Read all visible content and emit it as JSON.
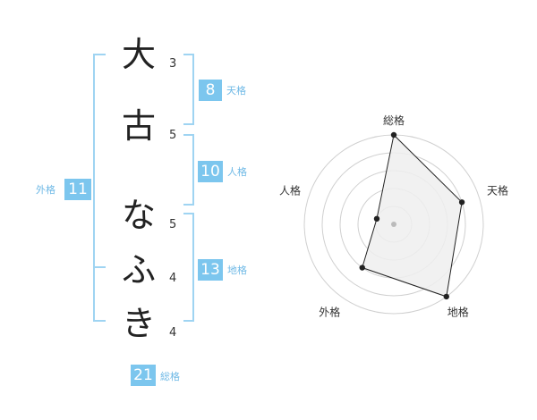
{
  "name": {
    "chars": [
      {
        "char": "大",
        "strokes": "3"
      },
      {
        "char": "古",
        "strokes": "5"
      },
      {
        "char": "な",
        "strokes": "5"
      },
      {
        "char": "ふ",
        "strokes": "4"
      },
      {
        "char": "き",
        "strokes": "4"
      }
    ]
  },
  "fortune": {
    "tenkaku": {
      "value": "8",
      "label": "天格"
    },
    "jinkaku": {
      "value": "10",
      "label": "人格"
    },
    "chikaku": {
      "value": "13",
      "label": "地格"
    },
    "gaikaku": {
      "value": "11",
      "label": "外格"
    },
    "soukaku": {
      "value": "21",
      "label": "総格"
    }
  },
  "chart_data": {
    "type": "radar",
    "axes": [
      "総格",
      "天格",
      "地格",
      "外格",
      "人格"
    ],
    "values": [
      5,
      4,
      5,
      3,
      1
    ],
    "max": 5,
    "colors": {
      "fill": "#efefef",
      "line": "#222222",
      "grid": "#d0d0d0",
      "center": "#bbbbbb"
    }
  }
}
